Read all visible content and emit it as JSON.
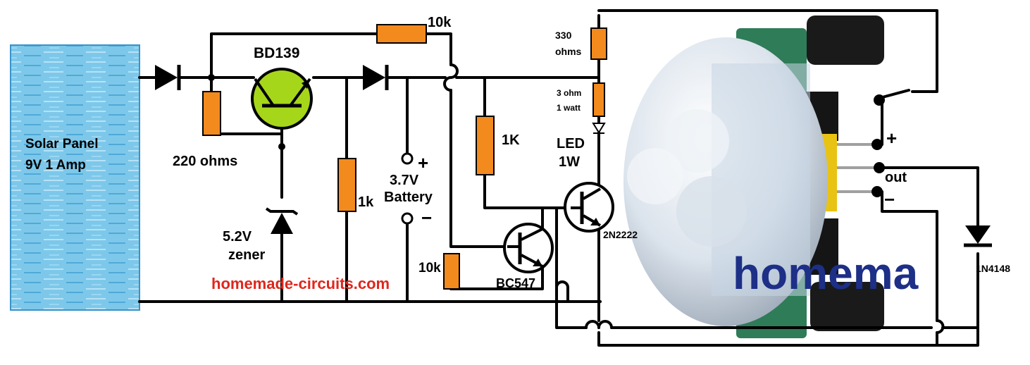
{
  "labels": {
    "solar_line1": "Solar Panel",
    "solar_line2": "9V 1 Amp",
    "bd139": "BD139",
    "r220": "220 ohms",
    "zener_v": "5.2V",
    "zener": "zener",
    "r1k_left": "1k",
    "r10k_top": "10k",
    "batt_v": "3.7V",
    "batt": "Battery",
    "plus": "+",
    "minus": "−",
    "r10k_bottom": "10k",
    "bc547": "BC547",
    "r1k_right": "1K",
    "led_l1": "LED",
    "led_l2": "1W",
    "r330_l1": "330",
    "r330_l2": "ohms",
    "r3_l1": "3 ohm",
    "r3_l2": "1 watt",
    "t2n2222": "2N2222",
    "pir_plus": "+",
    "pir_out": "out",
    "pir_minus": "−",
    "d1n4148": "1N4148",
    "watermark": "homema",
    "website": "homemade-circuits.com"
  },
  "colors": {
    "resistor": "#f28a1e",
    "transistor_fill": "#a6d61a",
    "panel": "#7dc8ea",
    "website": "#e0261c",
    "watermark": "#1d2f86"
  }
}
